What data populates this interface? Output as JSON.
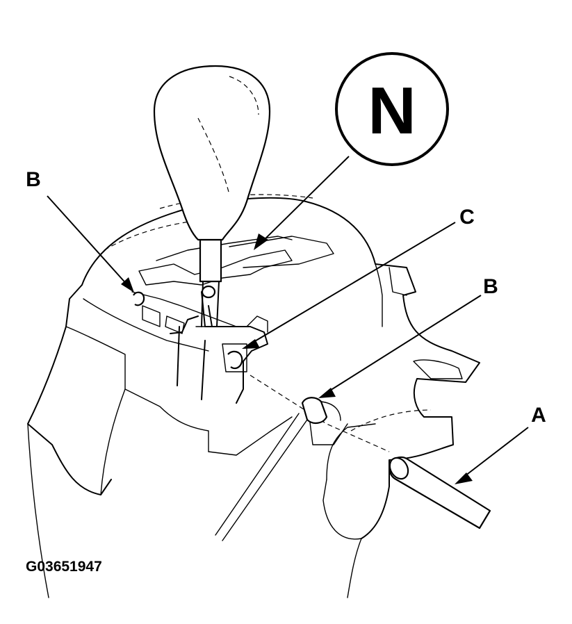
{
  "figure": {
    "id_label": "G03651947",
    "position_symbol": "N",
    "callouts": {
      "a": "A",
      "b_left": "B",
      "b_right": "B",
      "c": "C"
    }
  }
}
